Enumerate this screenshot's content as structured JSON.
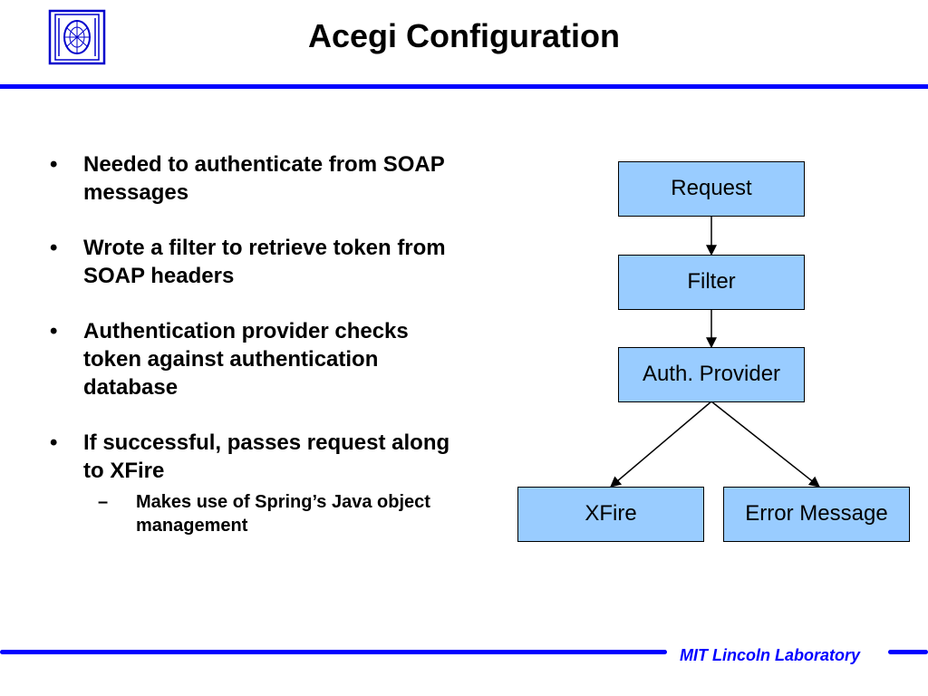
{
  "header": {
    "title": "Acegi Configuration",
    "logo_icon": "mit-lincoln-lab-logo-icon"
  },
  "bullets": [
    {
      "text": "Needed to authenticate from SOAP messages"
    },
    {
      "text": "Wrote a filter to retrieve token from SOAP headers"
    },
    {
      "text": "Authentication provider checks token against authentication database"
    },
    {
      "text": "If successful, passes request along to XFire",
      "sub": "Makes use of Spring’s Java object management"
    }
  ],
  "markers": {
    "bullet": "•",
    "dash": "–"
  },
  "diagram": {
    "nodes": {
      "request": "Request",
      "filter": "Filter",
      "auth_provider": "Auth. Provider",
      "xfire": "XFire",
      "error_message": "Error Message"
    },
    "box_color": "#99ccff"
  },
  "footer": {
    "org": "MIT Lincoln Laboratory"
  },
  "colors": {
    "accent": "#0000ff"
  }
}
